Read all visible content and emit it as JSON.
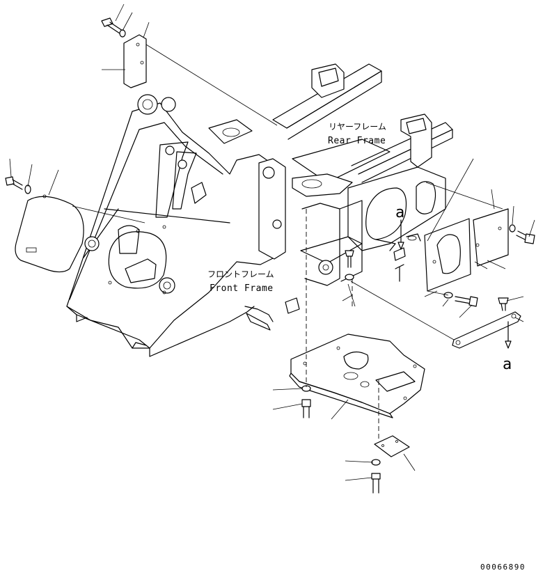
{
  "labels": {
    "rear_frame_jp": "リヤーフレーム",
    "rear_frame_en": "Rear Frame",
    "front_frame_jp": "フロントフレーム",
    "front_frame_en": "Front Frame",
    "ref_a_top": "a",
    "ref_a_bottom": "a",
    "drawing_number": "00066890"
  }
}
